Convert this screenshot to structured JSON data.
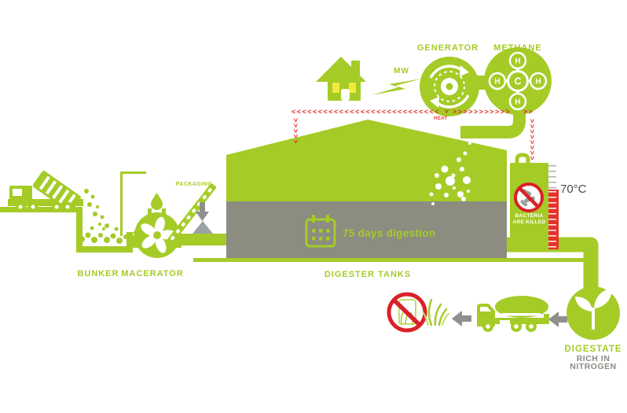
{
  "colors": {
    "green": "#a5cb27",
    "light_green": "#c6dd6a",
    "tank_gray": "#8c8c81",
    "arrow_gray": "#8f8f8f",
    "heat_red": "#e5332a",
    "prohibition_red": "#da2128",
    "window_yellow": "#f2e93e",
    "dark_text": "#4b4b45",
    "gray_text": "#8b8b85"
  },
  "stages": {
    "bunker": {
      "label": "BUNKER"
    },
    "macerator": {
      "label": "MACERATOR",
      "packaging_label": "PACKAGING"
    },
    "digester": {
      "label": "DIGESTER TANKS",
      "duration_note": "75 days digestion"
    },
    "generator": {
      "label": "GENERATOR",
      "power_label": "MW"
    },
    "methane": {
      "label": "METHANE",
      "carbon_symbol": "C",
      "hydrogen_symbol": "H"
    },
    "heat": {
      "label": "HEAT"
    },
    "pasteurizer": {
      "temperature": "70°C",
      "note_line1": "BACTERIA",
      "note_line2": "ARE KILLED"
    },
    "digestate": {
      "label": "DIGESTATE",
      "subtitle_line1": "RICH IN",
      "subtitle_line2": "NITROGEN"
    }
  }
}
